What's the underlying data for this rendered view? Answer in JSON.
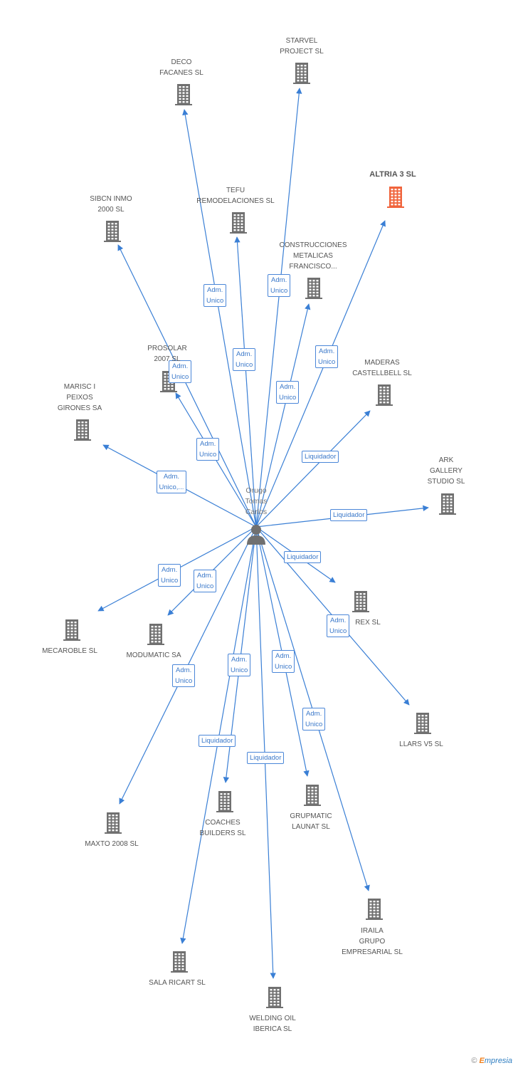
{
  "center": {
    "name": "Orugo\nTomas\nCarlos"
  },
  "colors": {
    "edge": "#3a7fd5",
    "building": "#707070",
    "highlight": "#f0643c"
  },
  "nodes": [
    {
      "id": "starvel",
      "name": "STARVEL\nPROJECT SL"
    },
    {
      "id": "deco",
      "name": "DECO\nFACANES SL"
    },
    {
      "id": "altria",
      "name": "ALTRIA 3 SL",
      "highlight": true
    },
    {
      "id": "sibcn",
      "name": "SIBCN INMO\n2000 SL"
    },
    {
      "id": "tefu",
      "name": "TEFU\nREMODELACIONES SL"
    },
    {
      "id": "construcciones",
      "name": "CONSTRUCCIONES\nMETALICAS\nFRANCISCO..."
    },
    {
      "id": "prosolar",
      "name": "PROSOLAR\n2007 SL"
    },
    {
      "id": "maderas",
      "name": "MADERAS\nCASTELLBELL SL"
    },
    {
      "id": "marisc",
      "name": "MARISC I\nPEIXOS\nGIRONES SA"
    },
    {
      "id": "ark",
      "name": "ARK\nGALLERY\nSTUDIO SL"
    },
    {
      "id": "rex",
      "name": "REX SL"
    },
    {
      "id": "mecaroble",
      "name": "MECAROBLE SL"
    },
    {
      "id": "modumatic",
      "name": "MODUMATIC SA"
    },
    {
      "id": "llars",
      "name": "LLARS V5 SL"
    },
    {
      "id": "maxto",
      "name": "MAXTO 2008 SL"
    },
    {
      "id": "coaches",
      "name": "COACHES\nBUILDERS SL"
    },
    {
      "id": "grupmatic",
      "name": "GRUPMATIC\nLAUNAT SL"
    },
    {
      "id": "iraila",
      "name": "IRAILA\nGRUPO\nEMPRESARIAL SL"
    },
    {
      "id": "sala",
      "name": "SALA RICART SL"
    },
    {
      "id": "welding",
      "name": "WELDING OIL\nIBERICA SL"
    }
  ],
  "edges": [
    {
      "to": "starvel",
      "label": "Adm.\nUnico"
    },
    {
      "to": "deco",
      "label": "Adm.\nUnico"
    },
    {
      "to": "altria",
      "label": "Adm.\nUnico"
    },
    {
      "to": "sibcn",
      "label": "Adm.\nUnico"
    },
    {
      "to": "tefu",
      "label": "Adm.\nUnico"
    },
    {
      "to": "construcciones",
      "label": "Adm.\nUnico"
    },
    {
      "to": "prosolar",
      "label": "Adm.\nUnico"
    },
    {
      "to": "maderas",
      "label": "Liquidador"
    },
    {
      "to": "marisc",
      "label": "Adm.\nUnico,..."
    },
    {
      "to": "ark",
      "label": "Liquidador"
    },
    {
      "to": "rex",
      "label": "Liquidador"
    },
    {
      "to": "mecaroble",
      "label": "Adm.\nUnico"
    },
    {
      "to": "modumatic",
      "label": "Adm.\nUnico"
    },
    {
      "to": "llars",
      "label": "Adm.\nUnico"
    },
    {
      "to": "maxto",
      "label": "Adm.\nUnico"
    },
    {
      "to": "coaches",
      "label": "Adm.\nUnico"
    },
    {
      "to": "grupmatic",
      "label": "Adm.\nUnico"
    },
    {
      "to": "iraila",
      "label": "Adm.\nUnico"
    },
    {
      "to": "sala",
      "label": "Liquidador"
    },
    {
      "to": "welding",
      "label": "Liquidador"
    }
  ],
  "footer": {
    "copyright": "©",
    "brand_initial": "E",
    "brand_rest": "mpresia"
  }
}
